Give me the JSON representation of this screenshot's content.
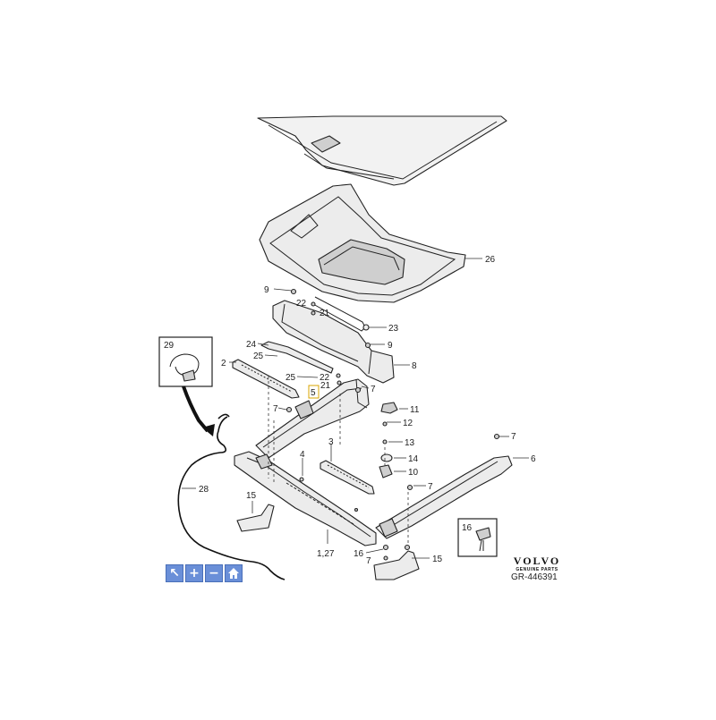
{
  "diagram": {
    "callouts": {
      "c26": "26",
      "c9a": "9",
      "c22a": "22",
      "c21a": "21",
      "c23": "23",
      "c9b": "9",
      "c24": "24",
      "c8": "8",
      "c2": "2",
      "c25a": "25",
      "c25b": "25",
      "c22b": "22",
      "c21b": "21",
      "c7a": "7",
      "c5": "5",
      "c11": "11",
      "c12": "12",
      "c7b": "7",
      "c13": "13",
      "c3": "3",
      "c4": "4",
      "c7c": "7",
      "c6": "6",
      "c14": "14",
      "c10": "10",
      "c7d": "7",
      "c15a": "15",
      "c28": "28",
      "c127": "1,27",
      "c16a": "16",
      "c15b": "15",
      "c29": "29",
      "c16b": "16",
      "c7e": "7"
    }
  },
  "brand": {
    "name": "VOLVO",
    "subtitle": "GENUINE PARTS"
  },
  "reference": "GR-446391",
  "toolbar": {
    "select_glyph": "↖",
    "zoom_in_glyph": "+",
    "zoom_out_glyph": "−"
  },
  "colors": {
    "toolbar": "#6a8fd8",
    "highlight": "#d9a400"
  }
}
